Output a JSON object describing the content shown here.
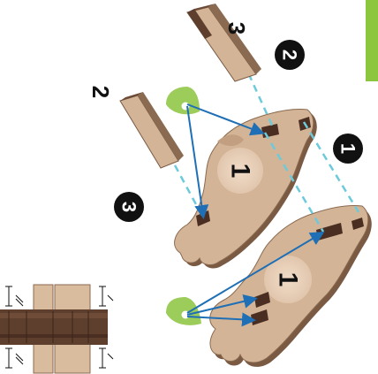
{
  "labels": {
    "part_number_top": "3",
    "part_number_left": "2",
    "piece_number_upper": "1",
    "piece_number_lower": "1",
    "badge_two": "2",
    "badge_one": "1",
    "badge_three": "3"
  },
  "colors": {
    "wood_light": "#d4b496",
    "wood_edge": "#7a5a43",
    "wood_dark": "#5e3f2d",
    "slot": "#4a2e22",
    "glue_green": "#9ccc5a",
    "arrow_blue": "#1e6fb5",
    "dash_cyan": "#6ccadb",
    "badge_black": "#111111",
    "green_tab": "#8cc63f"
  }
}
